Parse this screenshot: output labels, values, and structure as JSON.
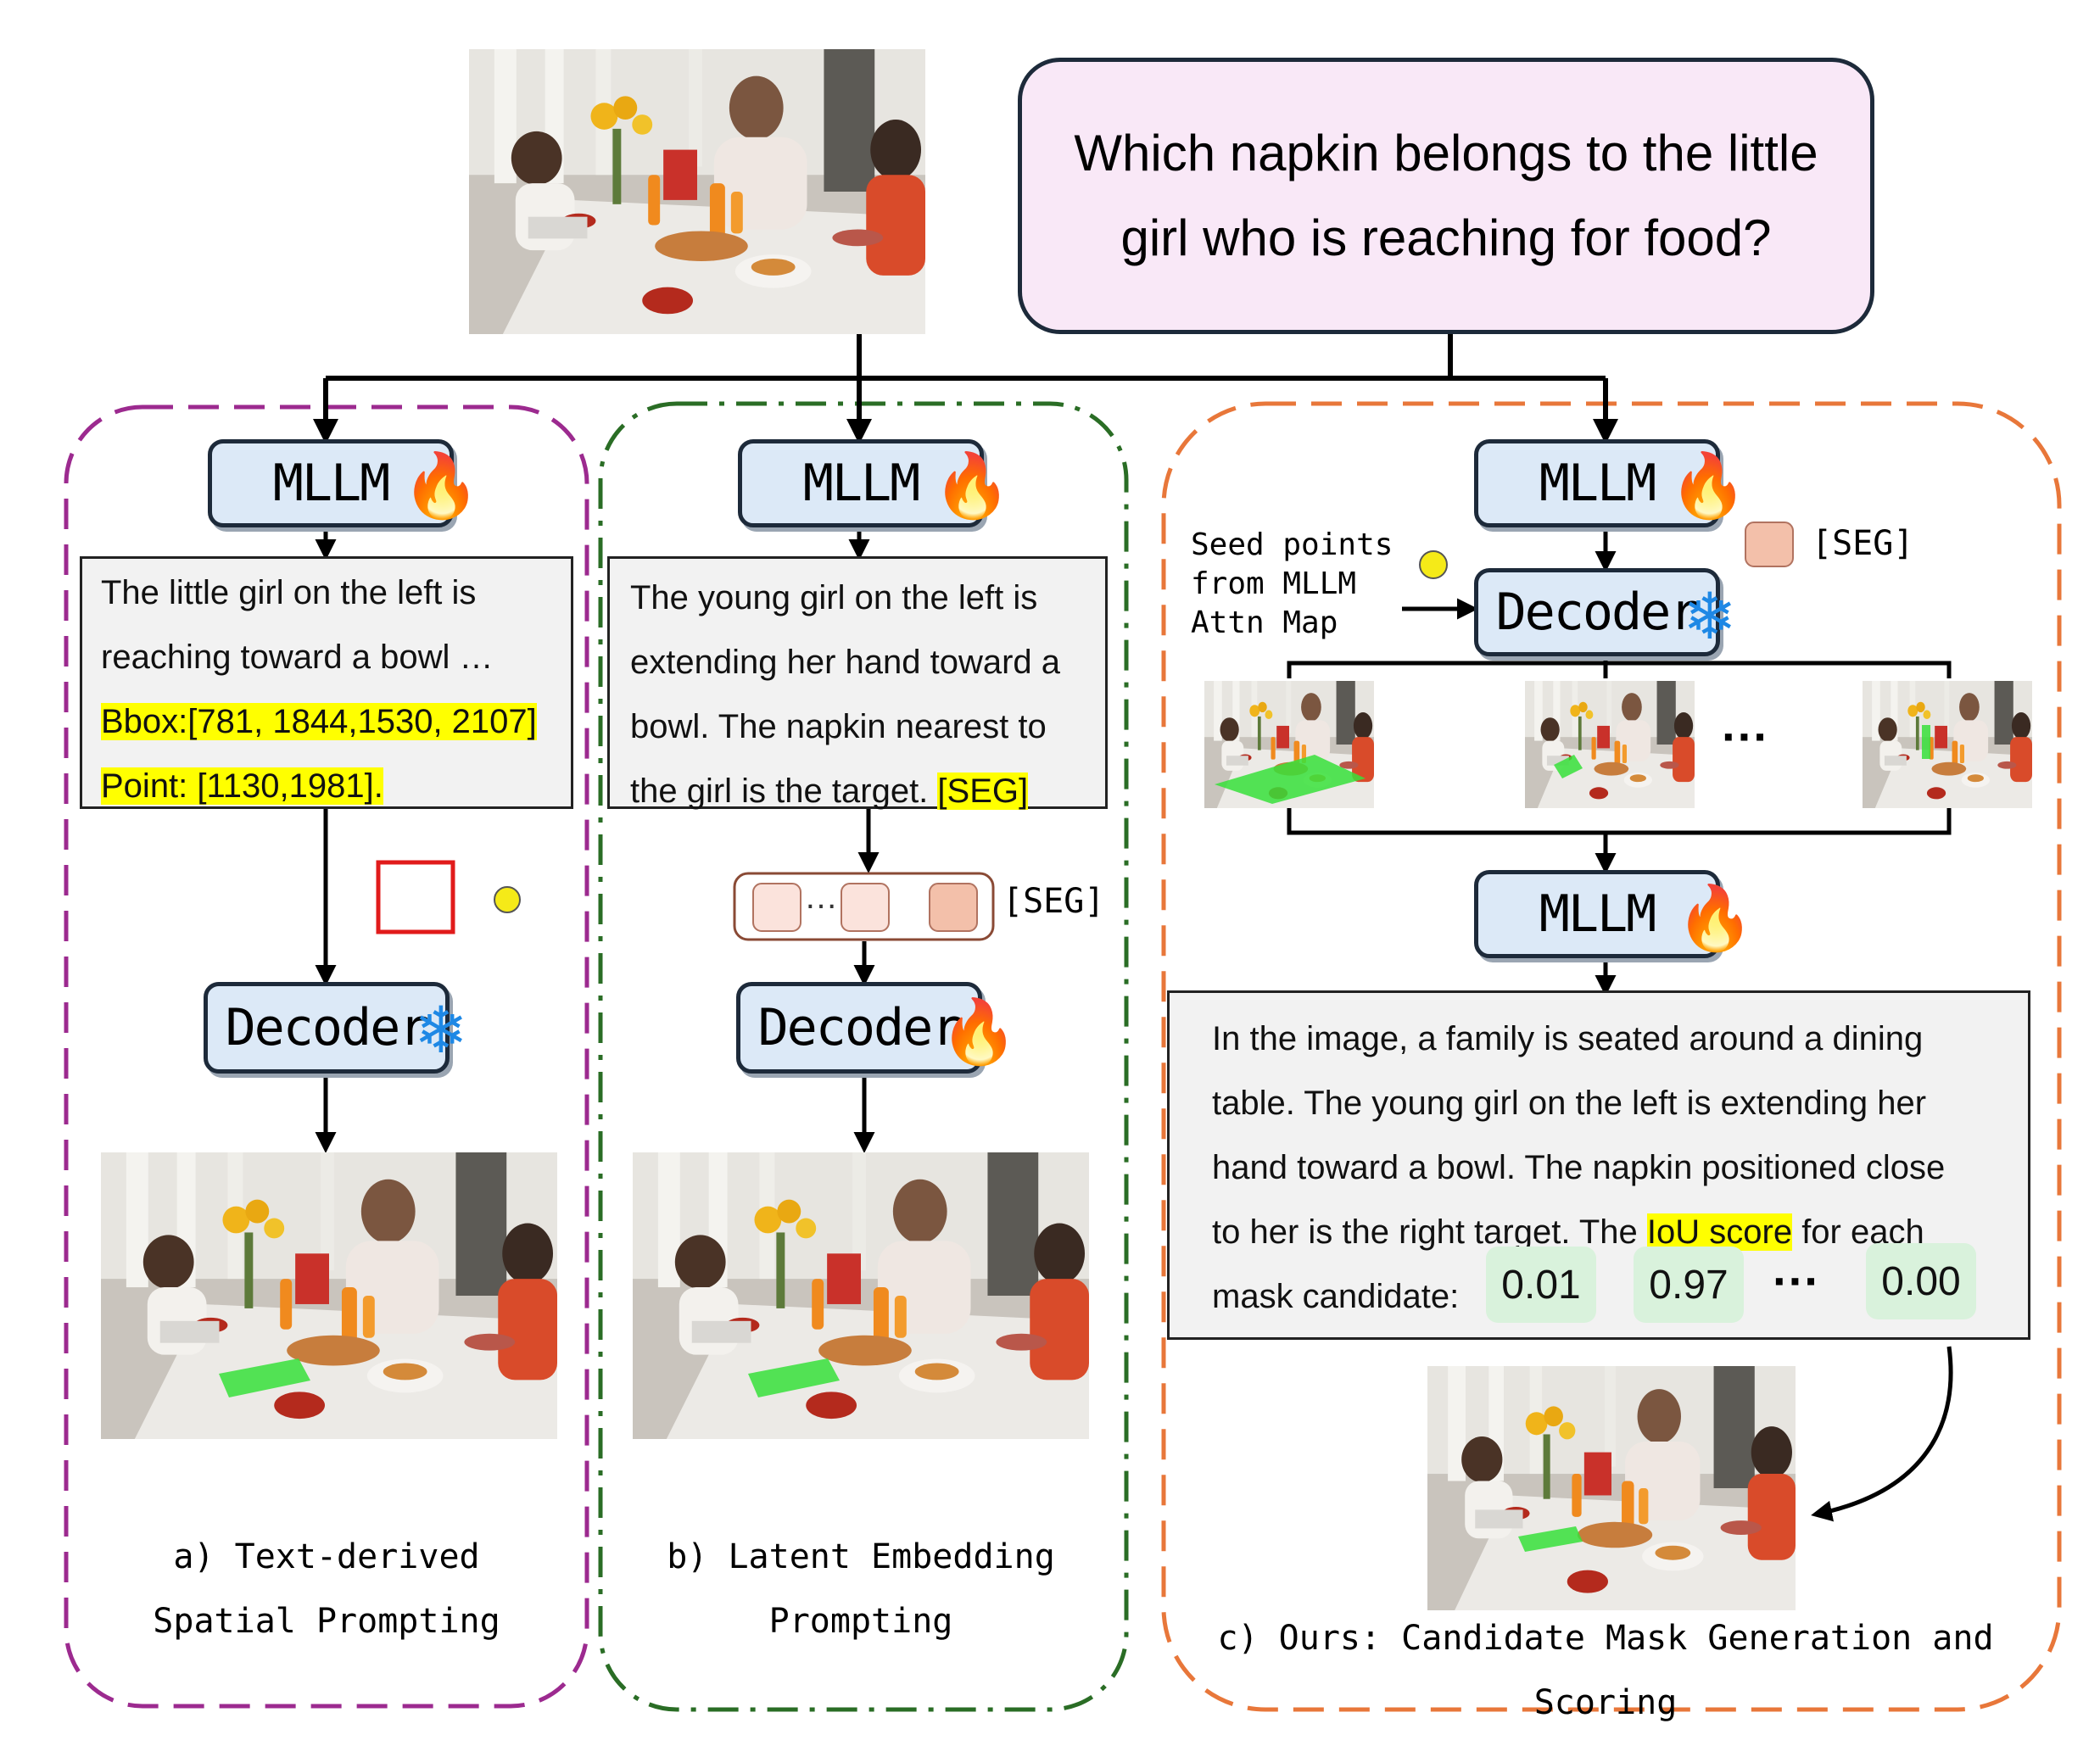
{
  "question": "Which napkin belongs to the little girl who is reaching for food?",
  "module_labels": {
    "mllm": "MLLM",
    "decoder": "Decoder"
  },
  "panel_a": {
    "text_lines": [
      "The little girl on the left is",
      "reaching toward a bowl …"
    ],
    "bbox_text": "Bbox:[781, 1844,1530, 2107]",
    "point_text": "Point: [1130,1981].",
    "caption_lines": [
      "a) Text-derived",
      "Spatial Prompting"
    ]
  },
  "panel_b": {
    "text_lines": [
      "The young girl on the left is",
      "extending her hand toward a",
      "bowl. The napkin nearest to",
      "the girl is the target."
    ],
    "seg_tag": "[SEG]",
    "seg_label": "[SEG]",
    "dots": "…",
    "caption_lines": [
      "b) Latent Embedding",
      "Prompting"
    ]
  },
  "panel_c": {
    "seed_lines": [
      "Seed points",
      "from MLLM",
      "Attn Map"
    ],
    "seg_label": "[SEG]",
    "candidate_ellipsis": "···",
    "text_lines": [
      "In the image, a family is seated around a dining",
      "table. The young girl on the left is extending her",
      "hand toward a bowl. The napkin positioned close"
    ],
    "line4_before": "to her is the right target. The",
    "line4_highlight": "IoU score",
    "line4_after": "for each",
    "line5_prefix": "mask candidate:",
    "scores": [
      "0.01",
      "0.97",
      "0.00"
    ],
    "score_ellipsis": "···",
    "caption": "c) Ours: Candidate Mask Generation and Scoring"
  },
  "colors": {
    "panel_a_border": "#9c2a8f",
    "panel_b_border": "#2a6d25",
    "panel_c_border": "#e8773a",
    "module_fill": "#dce9f7",
    "question_fill": "#f9e8f7",
    "highlight": "#ffff00",
    "score_fill": "#d9f2dc",
    "mask_green": "#37e03a",
    "bbox_red": "#e11b1b",
    "seed_yellow": "#f5ea18"
  },
  "icons": [
    "fire-icon",
    "snowflake-icon"
  ]
}
